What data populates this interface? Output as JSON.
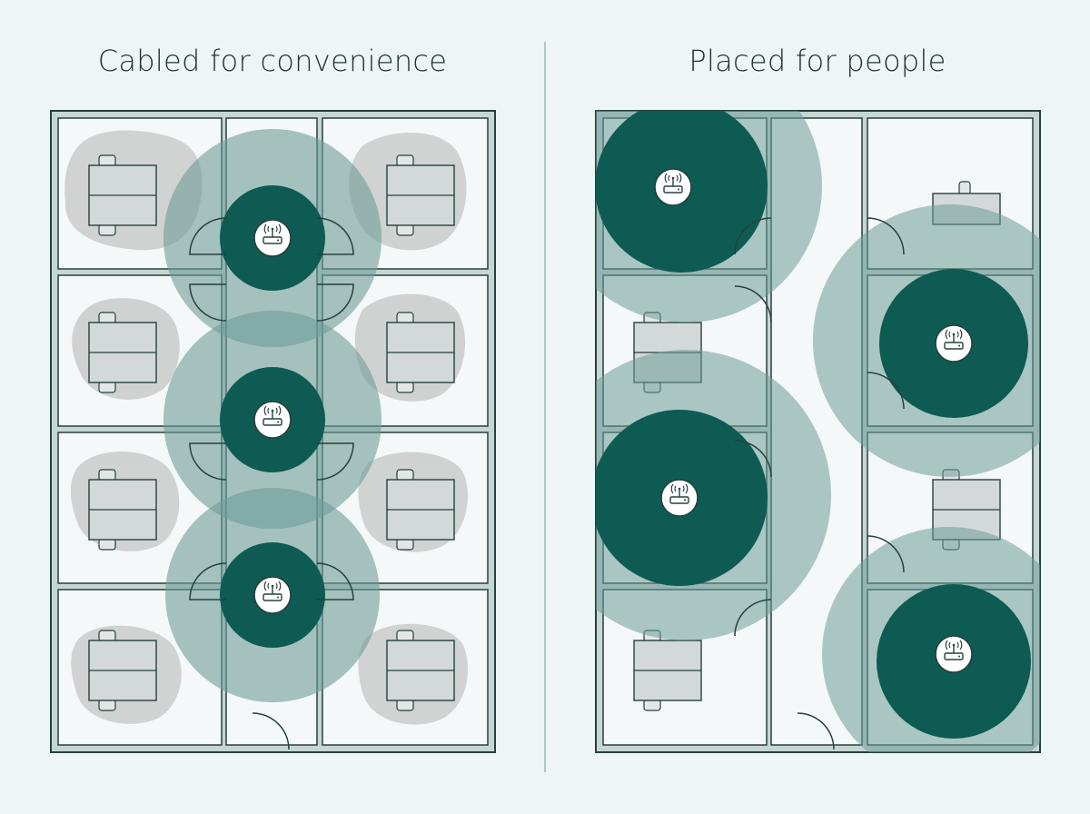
{
  "left_panel": {
    "title": "Cabled for convenience"
  },
  "right_panel": {
    "title": "Placed for people"
  },
  "colors": {
    "background": "#eef5f5",
    "wall_fill": "#c5d6d4",
    "wall_stroke": "#26403d",
    "room_fill": "#f4f8f8",
    "coverage_core": "#0d5b53",
    "coverage_halo": "#6e9d97",
    "dead_zone": "#c9cccb",
    "desk_fill": "#d3d9d8",
    "access_point_fill": "#ffffff"
  },
  "icons": {
    "access_point": "wifi-router-icon",
    "desk": "desk-with-chair-icon",
    "dead_zone": "weak-signal-blob"
  },
  "legend_semantics": {
    "dark_disc": "strong signal",
    "light_disc": "weaker signal",
    "grey_blob": "dead zone"
  }
}
